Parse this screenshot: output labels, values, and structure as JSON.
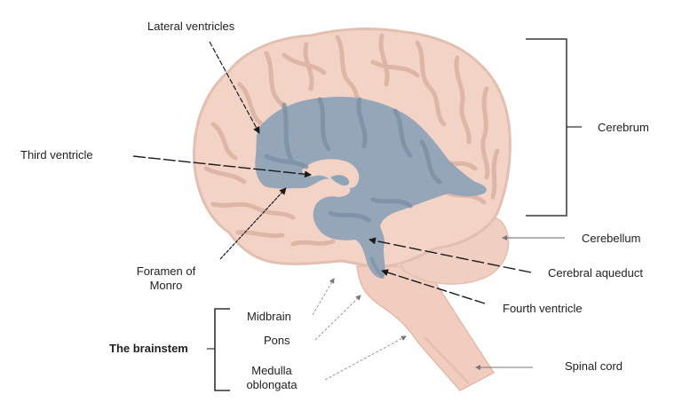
{
  "diagram": {
    "type": "anatomical-labeled-illustration",
    "subject": "Sagittal view of brain showing ventricular system",
    "colors": {
      "brain_fill": "#f2d3c6",
      "brain_sulci": "#dcb3a3",
      "brain_outline": "#e3bfb0",
      "ventricle_fill": "#8fa3b8",
      "ventricle_dark": "#7a8ea4",
      "cerebellum_fill": "#f0cfc2",
      "brainstem_fill": "#f1cdbf",
      "leader_line": "#1a1a1a",
      "bracket": "#555555",
      "faint_leader": "#9a9a9a"
    }
  },
  "labels": {
    "lateral_ventricles": "Lateral ventricles",
    "third_ventricle": "Third ventricle",
    "foramen_of_monro_line1": "Foramen of",
    "foramen_of_monro_line2": "Monro",
    "cerebrum": "Cerebrum",
    "cerebellum": "Cerebellum",
    "cerebral_aqueduct": "Cerebral aqueduct",
    "fourth_ventricle": "Fourth ventricle",
    "spinal_cord": "Spinal cord",
    "brainstem": "The brainstem",
    "midbrain": "Midbrain",
    "pons": "Pons",
    "medulla_line1": "Medulla",
    "medulla_line2": "oblongata"
  },
  "groups": {
    "cerebrum_bracket": {
      "label": "Cerebrum",
      "spans": "top of cerebrum to base of cerebrum"
    },
    "brainstem_bracket": {
      "label": "The brainstem",
      "members": [
        "Midbrain",
        "Pons",
        "Medulla oblongata"
      ]
    }
  }
}
